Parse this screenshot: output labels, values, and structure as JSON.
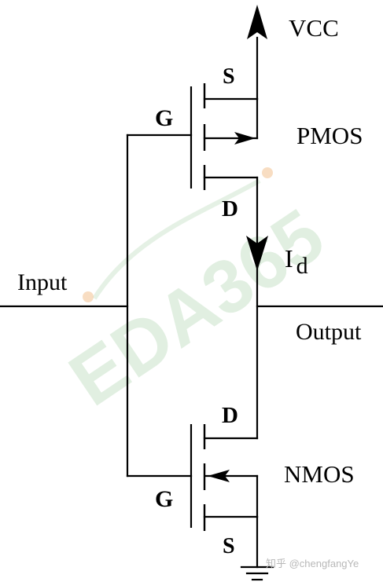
{
  "labels": {
    "vcc": "VCC",
    "pmos": "PMOS",
    "nmos": "NMOS",
    "input": "Input",
    "output": "Output",
    "current_main": "I",
    "current_sub": "d",
    "pmos_source": "S",
    "pmos_gate": "G",
    "pmos_drain": "D",
    "nmos_drain": "D",
    "nmos_gate": "G",
    "nmos_source": "S"
  },
  "watermark": {
    "logo_text": "EDA365",
    "credit": "知乎 @chengfangYe"
  },
  "colors": {
    "line": "#000000",
    "background": "#ffffff",
    "watermark_green": "#c9e2c9",
    "watermark_orange": "#f4c79a"
  }
}
